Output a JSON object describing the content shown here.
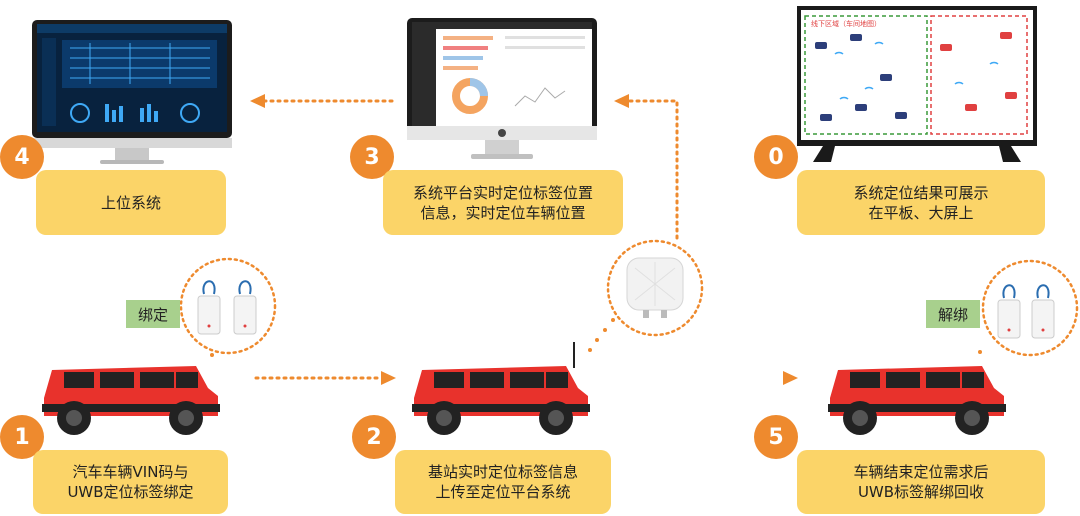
{
  "steps": [
    {
      "number": "0",
      "caption": "系统定位结果可展示\n在平板、大屏上"
    },
    {
      "number": "1",
      "caption": "汽车车辆VIN码与\nUWB定位标签绑定"
    },
    {
      "number": "2",
      "caption": "基站实时定位标签信息\n上传至定位平台系统"
    },
    {
      "number": "3",
      "caption": "系统平台实时定位标签位置\n信息，实时定位车辆位置"
    },
    {
      "number": "4",
      "caption": "上位系统"
    },
    {
      "number": "5",
      "caption": "车辆结束定位需求后\nUWB标签解绑回收"
    }
  ],
  "tags": {
    "bind": "绑定",
    "unbind": "解绑"
  },
  "bigscreen": {
    "zone_label": "线下区域（车间地图）"
  },
  "colors": {
    "accent": "#EE8A2E",
    "caption_bg": "#FBD468",
    "tag_bg": "#A8D08D",
    "car_red": "#E8322C",
    "arrow_pink": "#E8308C"
  }
}
